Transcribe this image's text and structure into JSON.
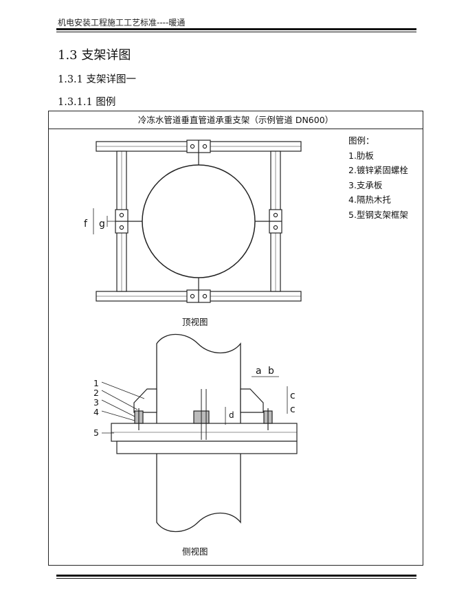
{
  "header": {
    "title": "机电安装工程施工工艺标准----暖通"
  },
  "section": {
    "h1": "1.3 支架详图",
    "h2": "1.3.1 支架详图一",
    "h3": "1.3.1.1 图例"
  },
  "figure": {
    "title": "冷冻水管道垂直管道承重支架（示例管道 DN600）",
    "legend_title": "图例：",
    "legend_items": [
      "1.肋板",
      "2.镀锌紧固螺栓",
      "3.支承板",
      "4.隔热木托",
      "5.型钢支架框架"
    ],
    "top_view_caption": "顶视图",
    "side_view_caption": "侧视图",
    "dim_labels": {
      "f": "f",
      "g": "g",
      "a": "a",
      "b": "b",
      "c1": "c",
      "c2": "c",
      "d": "d"
    },
    "callouts": [
      "1",
      "2",
      "3",
      "4",
      "5"
    ]
  }
}
